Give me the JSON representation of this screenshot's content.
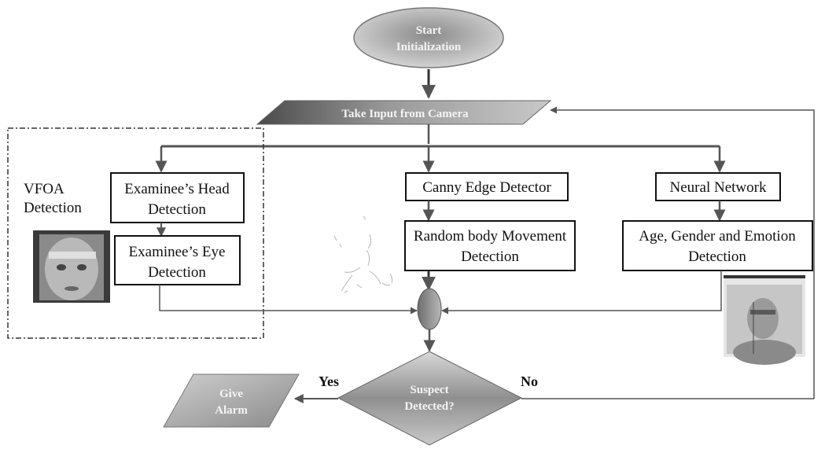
{
  "start": {
    "line1": "Start",
    "line2": "Initialization"
  },
  "input": {
    "label": "Take Input from Camera"
  },
  "vfoa": {
    "line1": "VFOA",
    "line2": "Detection"
  },
  "head": {
    "line1": "Examinee’s Head",
    "line2": "Detection"
  },
  "eye": {
    "line1": "Examinee’s Eye",
    "line2": "Detection"
  },
  "canny": {
    "label": "Canny Edge Detector"
  },
  "movement": {
    "line1": "Random body Movement",
    "line2": "Detection"
  },
  "neural": {
    "label": "Neural Network"
  },
  "age": {
    "line1": "Age, Gender and Emotion",
    "line2": "Detection"
  },
  "decision": {
    "line1": "Suspect",
    "line2": "Detected?",
    "yes": "Yes",
    "no": "No"
  },
  "alarm": {
    "line1": "Give",
    "line2": "Alarm"
  },
  "colors": {
    "shape_dark": "#5f5f5f",
    "shape_light": "#d4d4d4",
    "arrow": "#555555",
    "box_border": "#111111"
  }
}
